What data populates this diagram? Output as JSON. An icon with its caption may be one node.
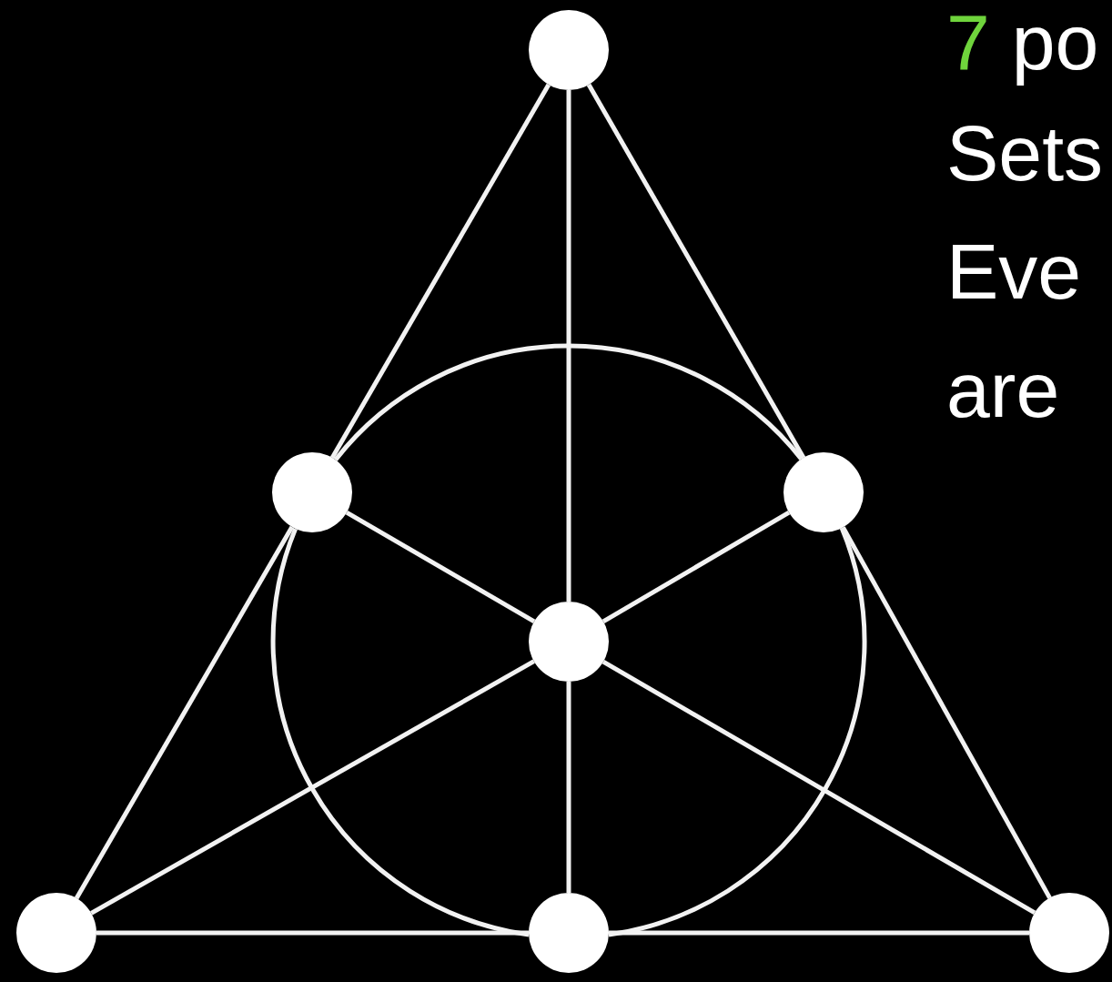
{
  "diagram": {
    "nodes": [
      {
        "text": [],
        "shape": "circle"
      },
      {
        "text": [],
        "shape": "circle"
      },
      {
        "text": [],
        "shape": "circle"
      },
      {
        "text": [],
        "shape": "circle"
      },
      {
        "text": [],
        "shape": "circle"
      },
      {
        "text": [],
        "shape": "circle"
      },
      {
        "text": [],
        "shape": "circle"
      }
    ],
    "edges": [
      {
        "from": 0,
        "to": 1,
        "arrow": "none"
      },
      {
        "from": 1,
        "to": 4,
        "arrow": "none"
      },
      {
        "from": 0,
        "to": 2,
        "arrow": "none"
      },
      {
        "from": 2,
        "to": 6,
        "arrow": "none"
      },
      {
        "from": 4,
        "to": 5,
        "arrow": "none"
      },
      {
        "from": 5,
        "to": 6,
        "arrow": "none"
      },
      {
        "from": 0,
        "to": 3,
        "arrow": "none"
      },
      {
        "from": 3,
        "to": 5,
        "arrow": "none"
      },
      {
        "from": 1,
        "to": 3,
        "arrow": "none"
      },
      {
        "from": 3,
        "to": 6,
        "arrow": "none"
      },
      {
        "from": 2,
        "to": 3,
        "arrow": "none"
      },
      {
        "from": 3,
        "to": 4,
        "arrow": "none"
      },
      {
        "from": 1,
        "to": 5,
        "arrow": "none"
      },
      {
        "from": 5,
        "to": 2,
        "arrow": "none"
      },
      {
        "from": 2,
        "to": 1,
        "arrow": "none"
      }
    ],
    "labels": [
      "7 po",
      "Sets",
      "Eve",
      "are"
    ]
  }
}
